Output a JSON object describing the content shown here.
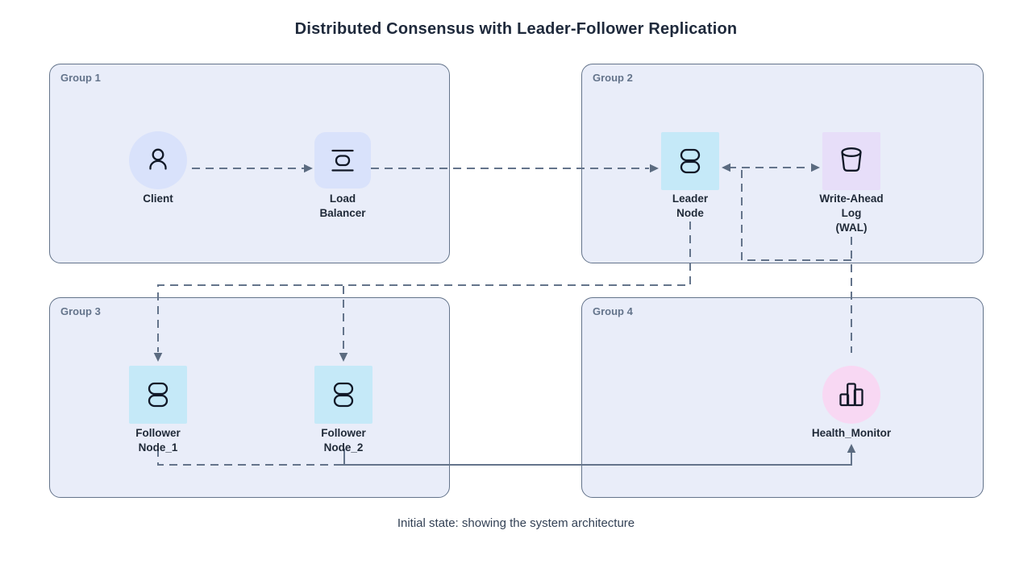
{
  "title": "Distributed Consensus with Leader-Follower Replication",
  "caption": "Initial state: showing the system architecture",
  "groups": [
    {
      "label": "Group 1"
    },
    {
      "label": "Group 2"
    },
    {
      "label": "Group 3"
    },
    {
      "label": "Group 4"
    }
  ],
  "nodes": {
    "client": {
      "label_lines": [
        "Client"
      ],
      "icon": "user-icon",
      "shape": "circle",
      "fill": "#d9e2fb"
    },
    "load_balancer": {
      "label_lines": [
        "Load",
        "Balancer"
      ],
      "icon": "load-balancer-icon",
      "shape": "rounded-square",
      "fill": "#d9e2fb"
    },
    "leader_node": {
      "label_lines": [
        "Leader",
        "Node"
      ],
      "icon": "database-icon",
      "shape": "square",
      "fill": "#c5e9f8"
    },
    "wal": {
      "label_lines": [
        "Write-Ahead",
        "Log",
        "(WAL)"
      ],
      "icon": "bucket-icon",
      "shape": "square",
      "fill": "#e7def9"
    },
    "follower_node_1": {
      "label_lines": [
        "Follower",
        "Node_1"
      ],
      "icon": "database-icon",
      "shape": "square",
      "fill": "#c5e9f8"
    },
    "follower_node_2": {
      "label_lines": [
        "Follower",
        "Node_2"
      ],
      "icon": "database-icon",
      "shape": "square",
      "fill": "#c5e9f8"
    },
    "health_monitor": {
      "label_lines": [
        "Health_Monitor"
      ],
      "icon": "bar-chart-icon",
      "shape": "circle",
      "fill": "#f8d8f3"
    }
  },
  "edges": [
    {
      "from": "Client",
      "to": "Load Balancer",
      "style": "dashed",
      "arrow": true
    },
    {
      "from": "Load Balancer",
      "to": "Leader Node",
      "style": "dashed",
      "arrow": true
    },
    {
      "from": "Leader Node",
      "to": "Write-Ahead Log (WAL)",
      "style": "dashed",
      "arrow": true
    },
    {
      "from": "Write-Ahead Log (WAL)",
      "to": "Leader Node",
      "style": "dashed",
      "arrow": true
    },
    {
      "from": "Write-Ahead Log (WAL)",
      "to": "Health_Monitor",
      "style": "dashed",
      "arrow": false
    },
    {
      "from": "Leader Node",
      "to": "Follower Node_1",
      "style": "dashed",
      "arrow": true
    },
    {
      "from": "Leader Node",
      "to": "Follower Node_2",
      "style": "dashed",
      "arrow": true
    },
    {
      "from": "Follower Node_1",
      "to": "Health_Monitor",
      "style": "dashed",
      "arrow": true
    },
    {
      "from": "Follower Node_2",
      "to": "Health_Monitor",
      "style": "solid",
      "arrow": true
    }
  ],
  "colors": {
    "edge": "#64748b",
    "arrowhead": "#5b6b80",
    "group_fill": "#e9edf9",
    "group_border": "#64748b",
    "node_label_text": "#1f2937",
    "group_label_text": "#64748b",
    "title_text": "#1e293b",
    "caption_text": "#334155",
    "icon_stroke": "#111827"
  }
}
